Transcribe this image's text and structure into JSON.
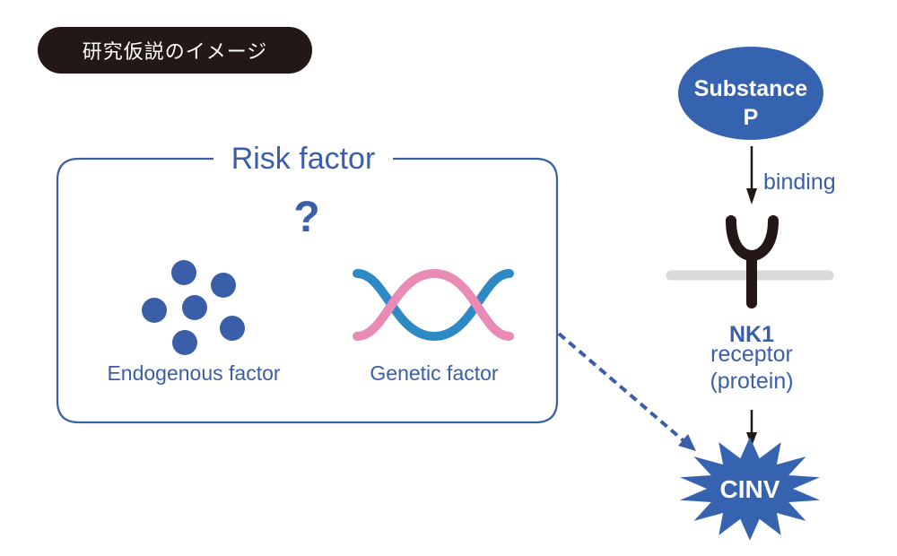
{
  "header_pill": {
    "label": "研究仮説のイメージ"
  },
  "risk_box": {
    "title": "Risk factor",
    "question_mark": "?",
    "factors": [
      {
        "label": "Endogenous factor",
        "icon": "molecules-icon"
      },
      {
        "label": "Genetic factor",
        "icon": "dna-icon"
      }
    ]
  },
  "pathway": {
    "ligand": {
      "line1": "Substance",
      "line2": "P"
    },
    "arrow_label": "binding",
    "receptor": {
      "line1": "NK1",
      "line2": "receptor",
      "line3": "(protein)"
    },
    "outcome": "CINV"
  },
  "colors": {
    "primary_blue": "#3a5fa8",
    "ligand_blue": "#3563b0",
    "dark": "#231815",
    "membrane_gray": "#d9d9d9",
    "dna_pink": "#e98bb4",
    "dna_blue": "#2e8ac4"
  }
}
